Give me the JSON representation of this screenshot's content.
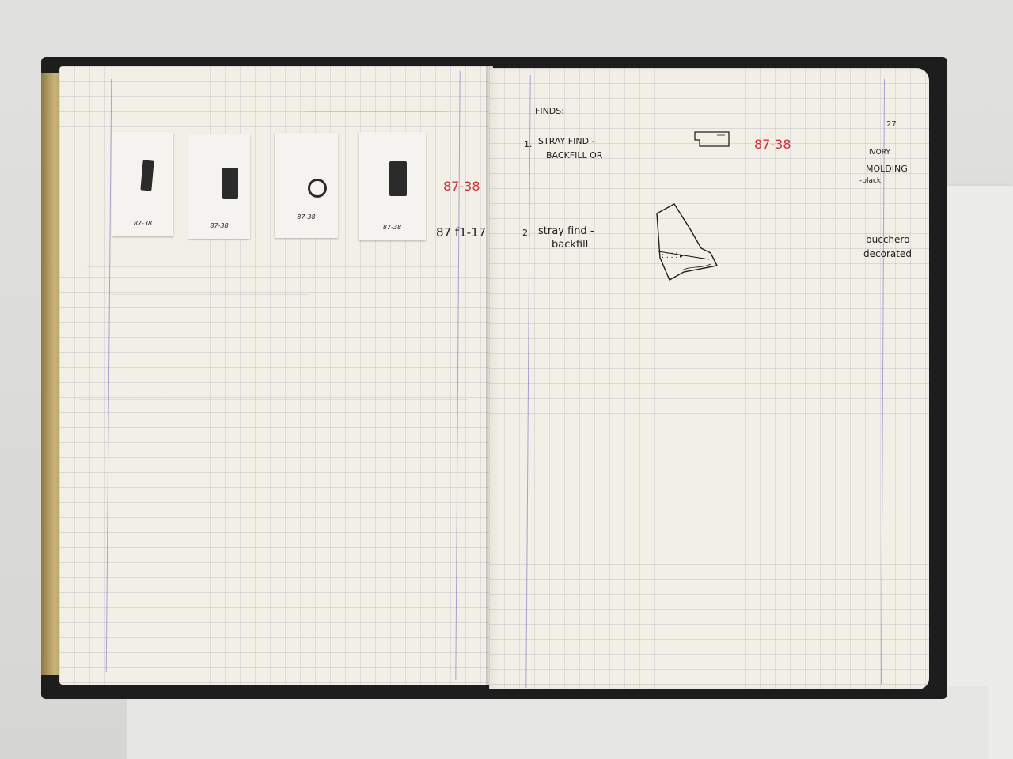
{
  "left_page": {
    "photos": [
      {
        "label": "87-38"
      },
      {
        "label": "87-38"
      },
      {
        "label": "87-38"
      },
      {
        "label": "87-38"
      }
    ],
    "inventory_1": "87-38",
    "inventory_2": "87 f1-17"
  },
  "right_page": {
    "page_number": "27",
    "heading": "FINDS:",
    "finds": [
      {
        "number": "1.",
        "line1": "STRAY FIND -",
        "line2": "BACKFILL OR",
        "inventory": "87-38",
        "note_lines": [
          "IVORY",
          "MOLDING",
          "-black"
        ]
      },
      {
        "number": "2.",
        "line1": "stray find -",
        "line2": "backfill",
        "note_lines": [
          "bucchero -",
          "decorated"
        ]
      }
    ]
  },
  "colors": {
    "paper": "#f2efe6",
    "grid": "#8796b4",
    "margin_rule": "#6e5fbe",
    "ink": "#202020",
    "red_ink": "#c8333b"
  }
}
